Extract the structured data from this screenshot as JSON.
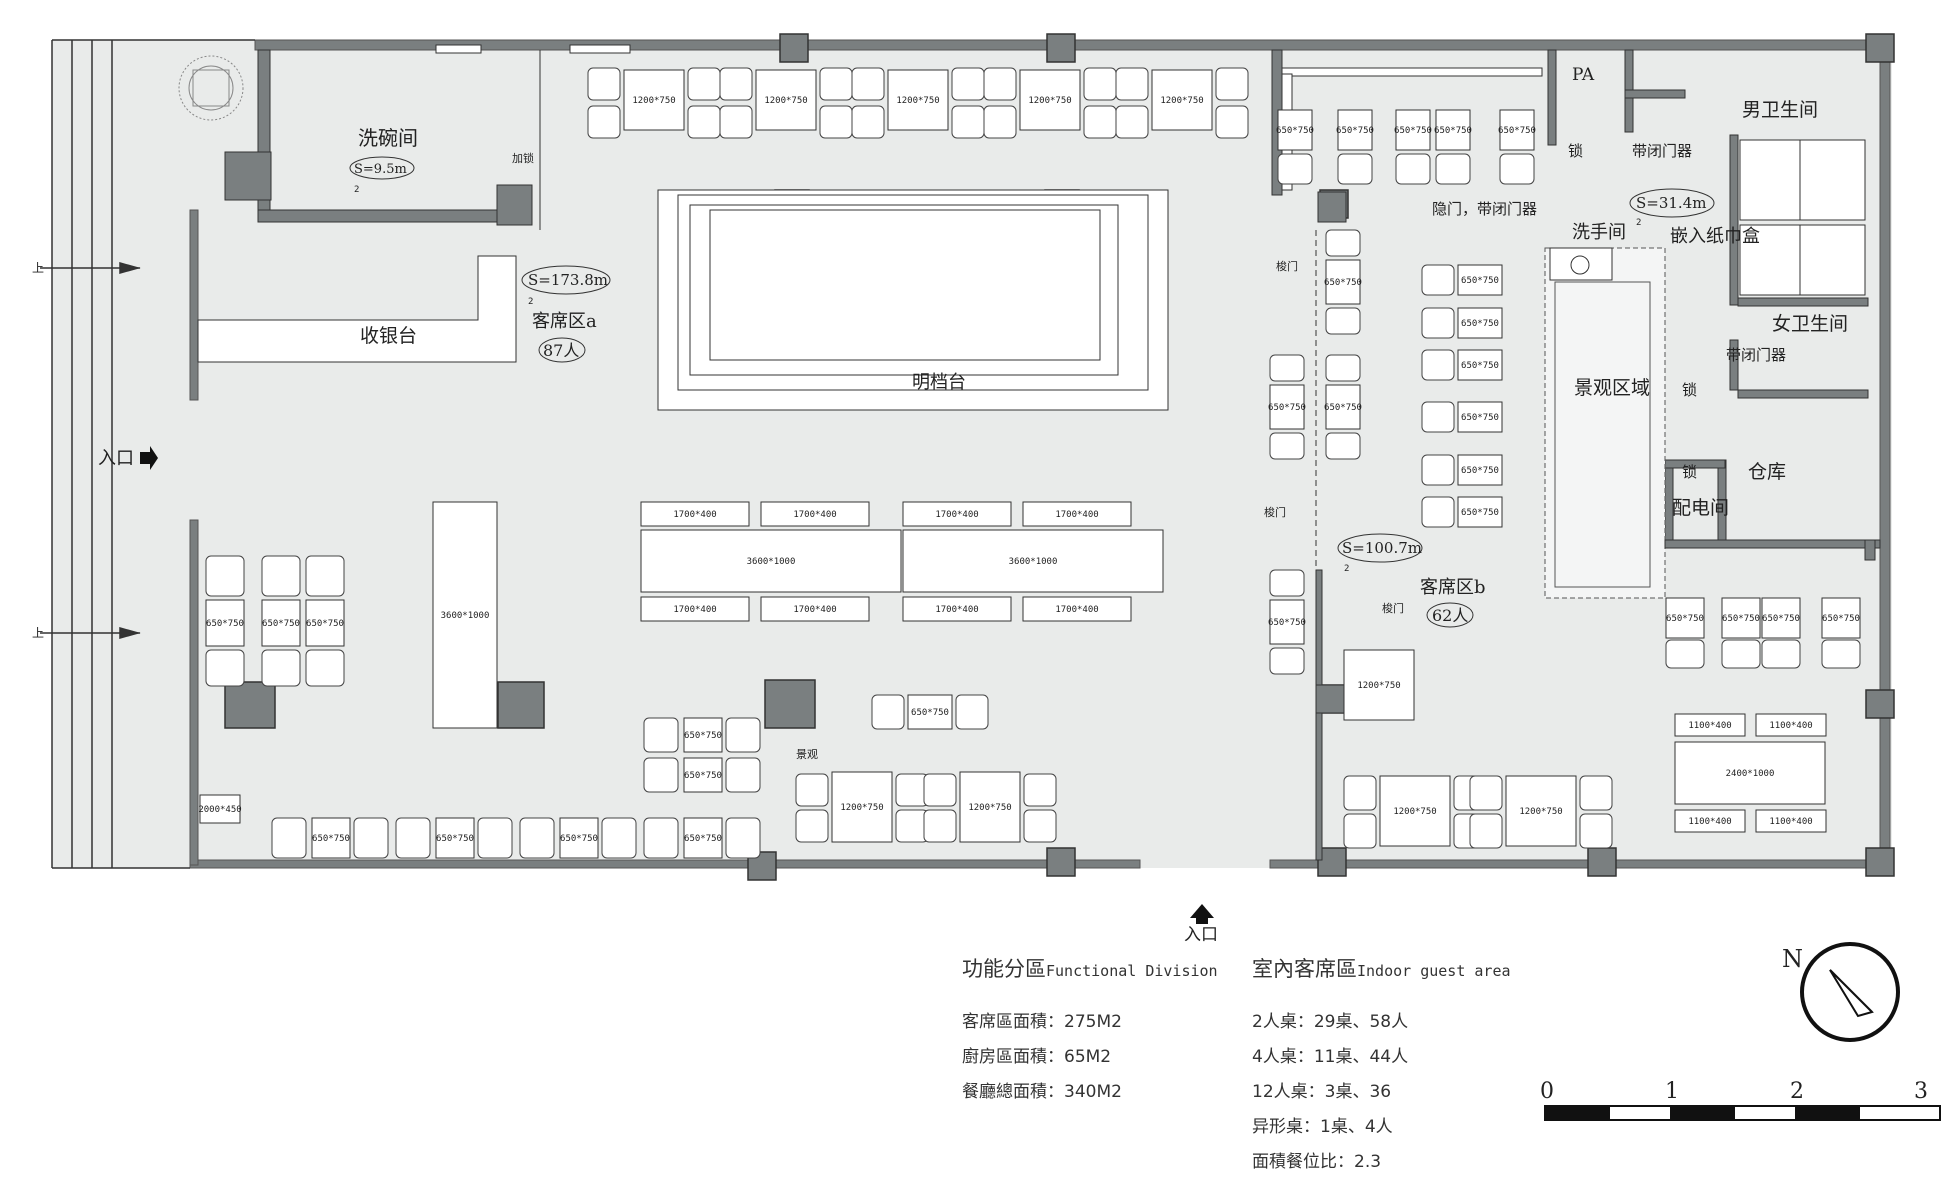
{
  "rooms": {
    "dishwash": {
      "name": "洗碗间",
      "area": "S=9.5m",
      "sup": "2",
      "door": "加锁"
    },
    "zone_a": {
      "area": "S=173.8m",
      "sup": "2",
      "name": "客席区a",
      "count": "87人"
    },
    "cashier": "收银台",
    "open_kitchen": "明档台",
    "entrance_west": "入口",
    "entrance_south": "入口",
    "stairs_up": "上",
    "zone_b": {
      "area": "S=100.7m",
      "sup": "2",
      "name": "客席区b",
      "count": "62人"
    },
    "restroom_area": {
      "area": "S=31.4m",
      "sup": "2"
    },
    "washroom": "洗手间",
    "pa": "PA",
    "mens": "男卫生间",
    "womens": "女卫生间",
    "lock": "锁",
    "self_closer": "带闭门器",
    "hidden_door": "隐门，带闭门器",
    "tissue_box": "嵌入纸巾盒",
    "landscape": "景观区域",
    "landscape_small": "景观",
    "storage": "仓库",
    "electrical": "配电间",
    "sliding_door": "梭门"
  },
  "table_sizes": {
    "t1200": "1200*750",
    "t650": "650*750",
    "t3600": "3600*1000",
    "t1700": "1700*400",
    "t2400": "2400*1000",
    "t1100": "1100*400",
    "t2000": "2000*450"
  },
  "legend": {
    "col1": {
      "title_cn": "功能分區",
      "title_en": "Functional Division",
      "lines": [
        "客席區面積：275M2",
        "廚房區面積：65M2",
        "餐廳總面積：340M2"
      ]
    },
    "col2": {
      "title_cn": "室內客席區",
      "title_en": "Indoor guest area",
      "lines": [
        "2人桌：29桌、58人",
        "4人桌：11桌、44人",
        "12人桌：3桌、36",
        "异形桌：1桌、4人",
        "面積餐位比：2.3"
      ]
    }
  },
  "north": "N",
  "scale_labels": [
    "0",
    "1",
    "2",
    "3"
  ],
  "colors": {
    "floor": "#e9ebea",
    "wall": "#7a7f80",
    "line": "#333333",
    "table": "#ffffff"
  }
}
